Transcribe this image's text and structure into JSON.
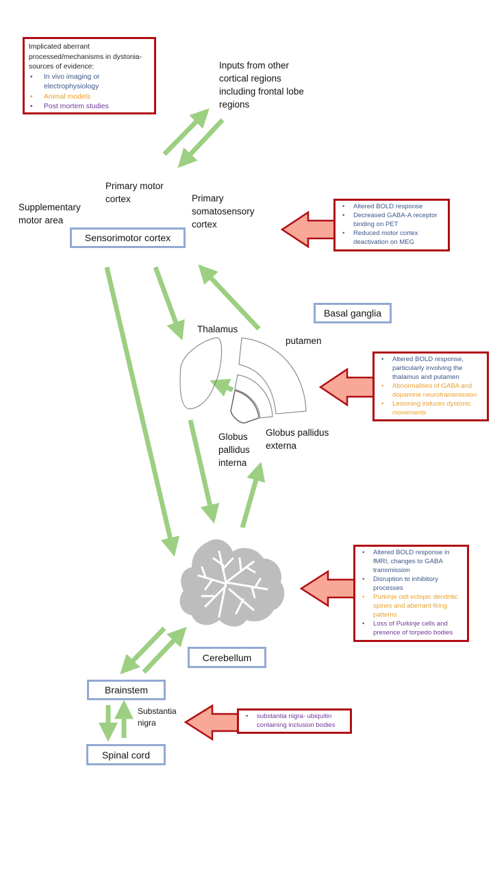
{
  "legend": {
    "title": "Implicated aberrant processed/mechanisms in dystonia- sources of evidence:",
    "items": [
      {
        "label": "In vivo imaging or electrophysiology",
        "category": "imaging"
      },
      {
        "label": "Animal models",
        "category": "animal"
      },
      {
        "label": "Post mortem studies",
        "category": "postmortem"
      }
    ]
  },
  "colors": {
    "imaging": "#3a5589",
    "animal": "#e8a02a",
    "postmortem": "#6e3795",
    "box_border": "#93a9d2",
    "evidence_border": "#b00d14",
    "big_arrow_fill": "#f9a898",
    "green_arrow": "#9ccf82"
  },
  "labels": {
    "inputs": "Inputs from other cortical regions including frontal lobe regions",
    "primary_motor": "Primary motor cortex",
    "primary_somatosensory": "Primary somatosensory cortex",
    "supplementary_motor": "Supplementary motor area",
    "thalamus": "Thalamus",
    "putamen": "putamen",
    "gpi": "Globus pallidus interna",
    "gpe": "Globus pallidus externa",
    "substantia_nigra": "Substantia nigra"
  },
  "nodes": {
    "sensorimotor": "Sensorimotor  cortex",
    "basal_ganglia": "Basal ganglia",
    "cerebellum": "Cerebellum",
    "brainstem": "Brainstem",
    "spinal_cord": "Spinal cord"
  },
  "evidence": {
    "cortex": [
      {
        "text": "Altered BOLD response",
        "category": "imaging"
      },
      {
        "text": "Decreased GABA-A receptor binding on PET",
        "category": "imaging"
      },
      {
        "text": "Reduced motor cortex deactivation on MEG",
        "category": "imaging"
      }
    ],
    "basal_ganglia": [
      {
        "text": "Altered BOLD response, particularly involving the thalamus and putamen",
        "category": "imaging"
      },
      {
        "text": "Abnormalities of GABA and dopamine neurotransmission",
        "category": "animal"
      },
      {
        "text": "Lesioning induces dystonic movements",
        "category": "animal"
      }
    ],
    "cerebellum": [
      {
        "text": "Altered BOLD response in fMRI, changes to GABA transmission",
        "category": "imaging"
      },
      {
        "text": "Disruption to inhibitory processes",
        "category": "imaging"
      },
      {
        "text": "Purkinje cell ectopic dendritic spines and aberrant firing patterns",
        "category": "animal"
      },
      {
        "text": "Loss of Purkinje cells and presence of torpedo bodies",
        "category": "postmortem"
      }
    ],
    "substantia_nigra": [
      {
        "text": "substantia nigra- ubiquitin containing inclusion bodies",
        "category": "postmortem"
      }
    ]
  }
}
